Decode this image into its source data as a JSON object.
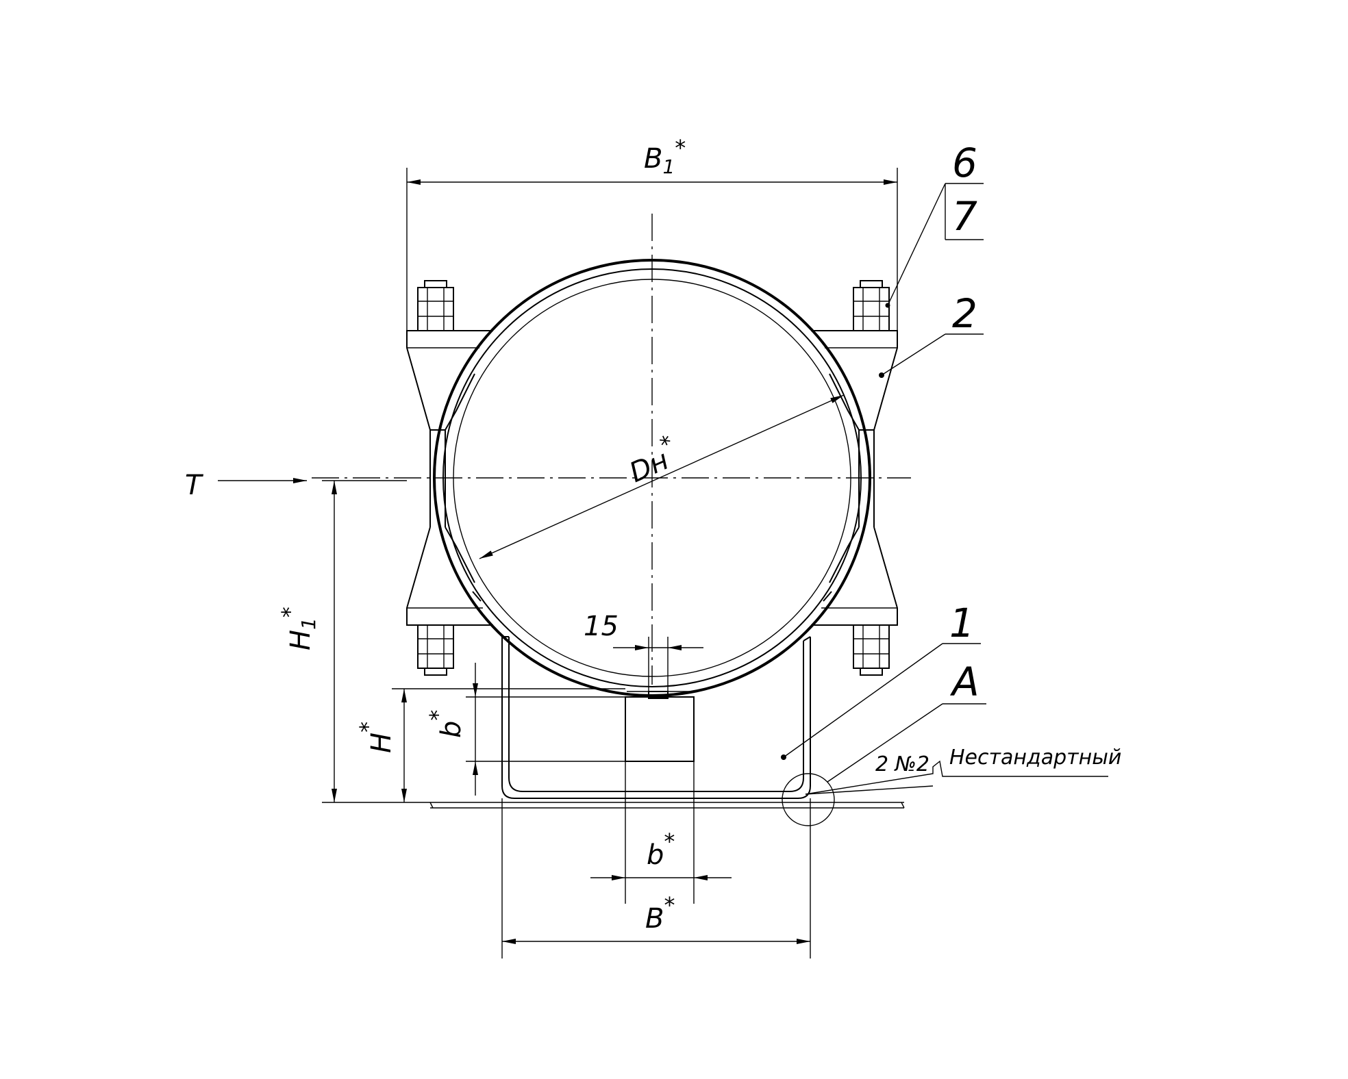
{
  "labels": {
    "b1": "B",
    "b1_sub": "1",
    "b1_star": "*",
    "dn": "Dн",
    "dn_star": "*",
    "t": "T",
    "h1": "H",
    "h1_sub": "1",
    "h1_star": "*",
    "h": "H",
    "h_star": "*",
    "b_small_v": "b",
    "b_small_v_star": "*",
    "dim15": "15",
    "b_small_h": "b",
    "b_small_h_star": "*",
    "b_big": "B",
    "b_big_star": "*",
    "pos6": "6",
    "pos7": "7",
    "pos2": "2",
    "pos1": "1",
    "posA": "A",
    "weld_count": "2 №2",
    "weld_type": "Нестандартный"
  }
}
